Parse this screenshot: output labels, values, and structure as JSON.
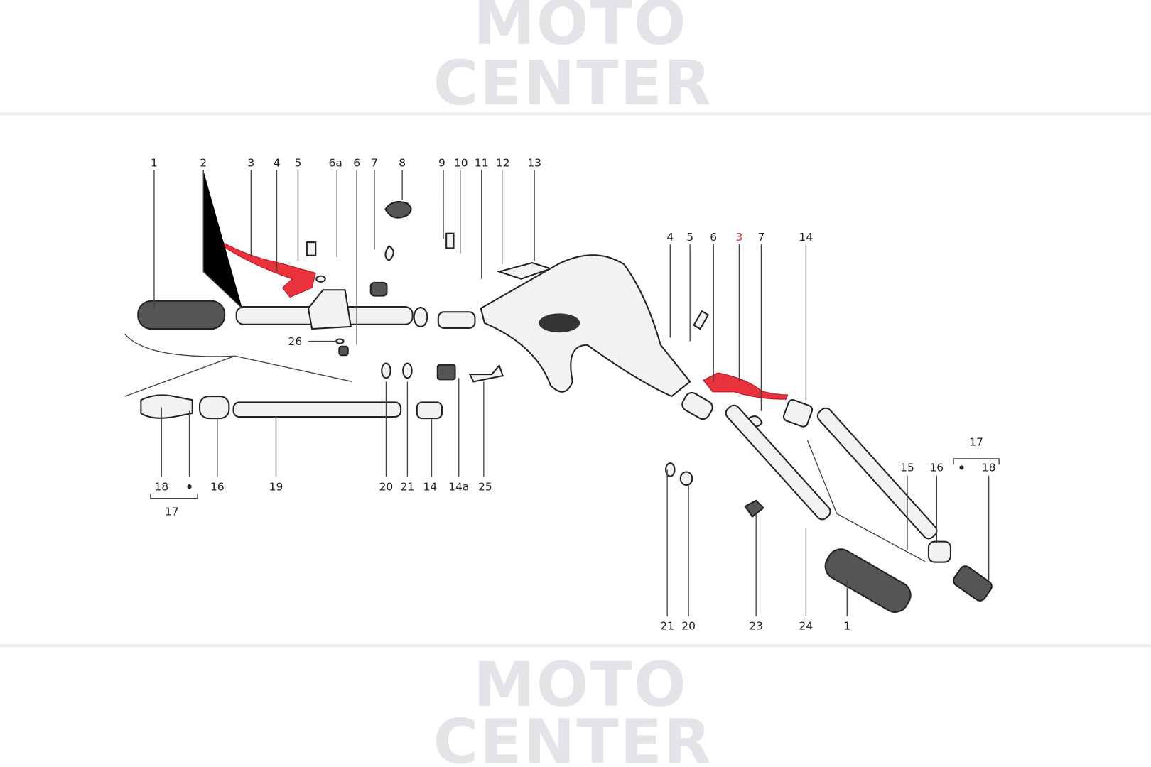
{
  "watermark": {
    "line1": "MOTO",
    "line2": "CENTER"
  },
  "left_assembly": {
    "top_labels": [
      "1",
      "2",
      "3",
      "4",
      "5",
      "6a",
      "6",
      "7",
      "8",
      "9",
      "10",
      "11",
      "12",
      "13"
    ],
    "side_label": "26",
    "bottom_labels": [
      "18",
      "16",
      "19",
      "20",
      "21",
      "14",
      "14a",
      "25"
    ],
    "group_label": "17"
  },
  "right_assembly": {
    "top_labels": [
      "4",
      "5",
      "6",
      "3",
      "7",
      "14"
    ],
    "highlighted_label": "3",
    "side_labels": [
      "17",
      "15",
      "16",
      "18"
    ],
    "bottom_labels": [
      "21",
      "20",
      "23",
      "24",
      "1"
    ]
  },
  "colors": {
    "highlight": "#e8323c",
    "watermark": "#e4e4e8",
    "line": "#222222"
  }
}
